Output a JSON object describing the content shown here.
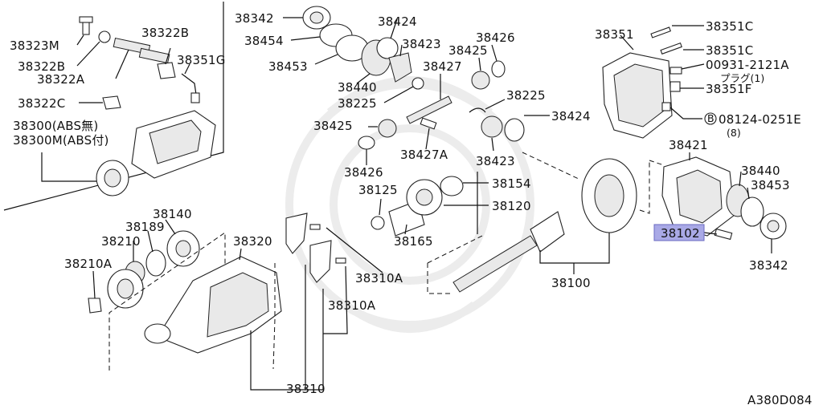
{
  "diagram_code": "A380D084",
  "highlighted_part": "38102",
  "labels": {
    "p38323M": "38323M",
    "p38322B_top": "38322B",
    "p38322B_left": "38322B",
    "p38322A": "38322A",
    "p38351G": "38351G",
    "p38322C": "38322C",
    "p38300": "38300(ABS無)",
    "p38300M": "38300M(ABS付)",
    "p38342_top": "38342",
    "p38454": "38454",
    "p38453_top": "38453",
    "p38424_top": "38424",
    "p38423_top": "38423",
    "p38440_top": "38440",
    "p38225_top": "38225",
    "p38425_top": "38425",
    "p38426_top": "38426",
    "p38427": "38427",
    "p38225_mid": "38225",
    "p38425_mid": "38425",
    "p38424_mid": "38424",
    "p38427A": "38427A",
    "p38423_mid": "38423",
    "p38426_mid": "38426",
    "p38125": "38125",
    "p38154": "38154",
    "p38120": "38120",
    "p38165": "38165",
    "p38140": "38140",
    "p38189": "38189",
    "p38210": "38210",
    "p38210A": "38210A",
    "p38320": "38320",
    "p38310A_1": "38310A",
    "p38310A_2": "38310A",
    "p38310": "38310",
    "p38100": "38100",
    "p38351": "38351",
    "p38351C_1": "38351C",
    "p38351C_2": "38351C",
    "p00931": "00931-2121A",
    "p00931_sub": "プラグ(1)",
    "p38351F": "38351F",
    "p08124": "08124-0251E",
    "p08124_qty": "(8)",
    "p08124_marker": "B",
    "p38421": "38421",
    "p38440_right": "38440",
    "p38453_right": "38453",
    "p38102": "38102",
    "p38342_right": "38342"
  }
}
